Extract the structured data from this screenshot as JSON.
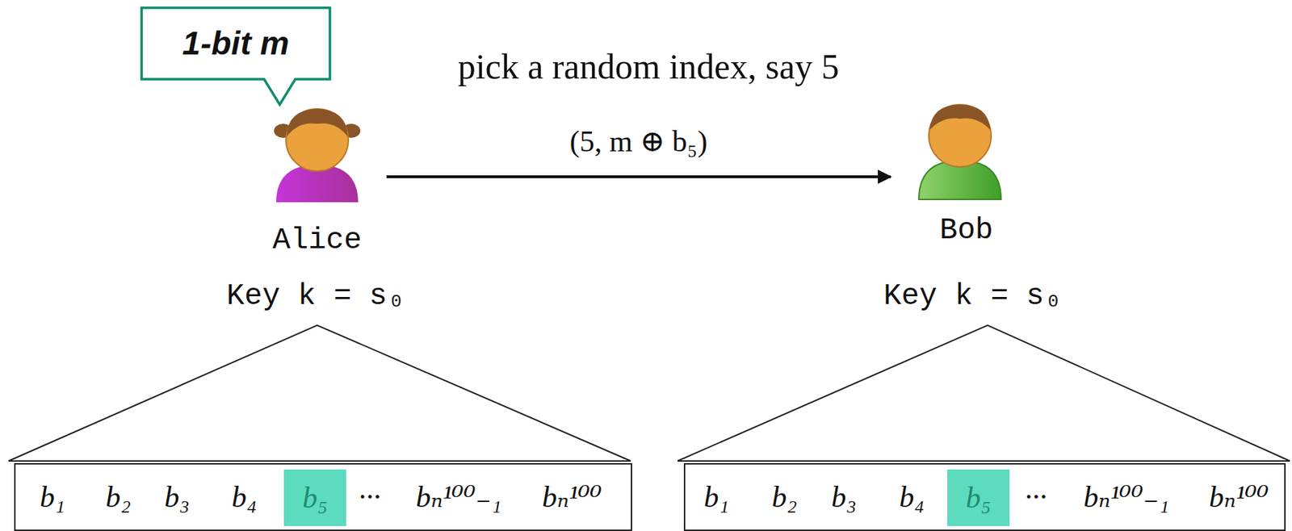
{
  "diagram": {
    "nodes": [
      {
        "text": [
          "1-bit m"
        ]
      },
      {
        "text": [
          "Alice"
        ]
      },
      {
        "text": [
          "Bob"
        ]
      },
      {
        "text": [
          "b₁",
          "b₂",
          "b₃",
          "b₄",
          "···",
          "bₙ¹⁰⁰₋₁",
          "bₙ¹⁰⁰"
        ]
      },
      {
        "text": [
          "b₅"
        ],
        "in": 3
      },
      {
        "text": [
          "b₁",
          "b₂",
          "b₃",
          "b₄",
          "···",
          "bₙ¹⁰⁰₋₁",
          "bₙ¹⁰⁰"
        ]
      },
      {
        "text": [
          "b₅"
        ],
        "in": 5
      }
    ],
    "edges": [
      {
        "from": 1,
        "to": 2,
        "arrow": "to",
        "label": "(5, m ⊕ b₅)"
      }
    ],
    "labels": [
      "pick a random index, say 5",
      "Key k = s₀",
      "Key k = s₀"
    ]
  }
}
